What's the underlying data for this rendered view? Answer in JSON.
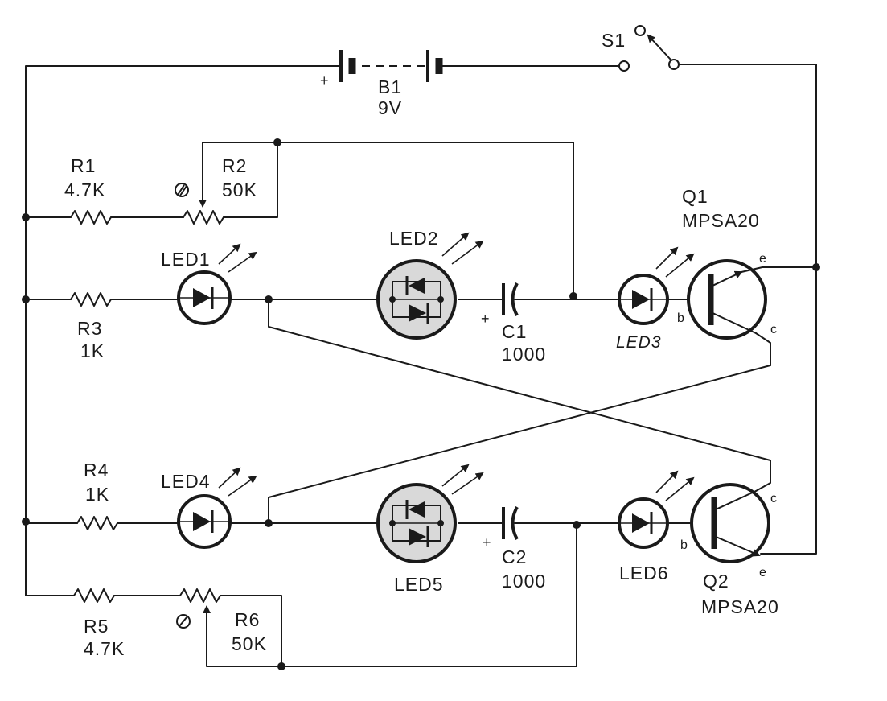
{
  "components": {
    "battery": {
      "ref": "B1",
      "value": "9V"
    },
    "switch": {
      "ref": "S1"
    },
    "r1": {
      "ref": "R1",
      "value": "4.7K"
    },
    "r2": {
      "ref": "R2",
      "value": "50K"
    },
    "r3": {
      "ref": "R3",
      "value": "1K"
    },
    "r4": {
      "ref": "R4",
      "value": "1K"
    },
    "r5": {
      "ref": "R5",
      "value": "4.7K"
    },
    "r6": {
      "ref": "R6",
      "value": "50K"
    },
    "led1": {
      "ref": "LED1"
    },
    "led2": {
      "ref": "LED2"
    },
    "led3": {
      "ref": "LED3"
    },
    "led4": {
      "ref": "LED4"
    },
    "led5": {
      "ref": "LED5"
    },
    "led6": {
      "ref": "LED6"
    },
    "c1": {
      "ref": "C1",
      "value": "1000"
    },
    "c2": {
      "ref": "C2",
      "value": "1000"
    },
    "q1": {
      "ref": "Q1",
      "part": "MPSA20"
    },
    "q2": {
      "ref": "Q2",
      "part": "MPSA20"
    }
  },
  "pins": {
    "base": "b",
    "collector": "c",
    "emitter": "e"
  },
  "polarity": {
    "plus": "+"
  }
}
